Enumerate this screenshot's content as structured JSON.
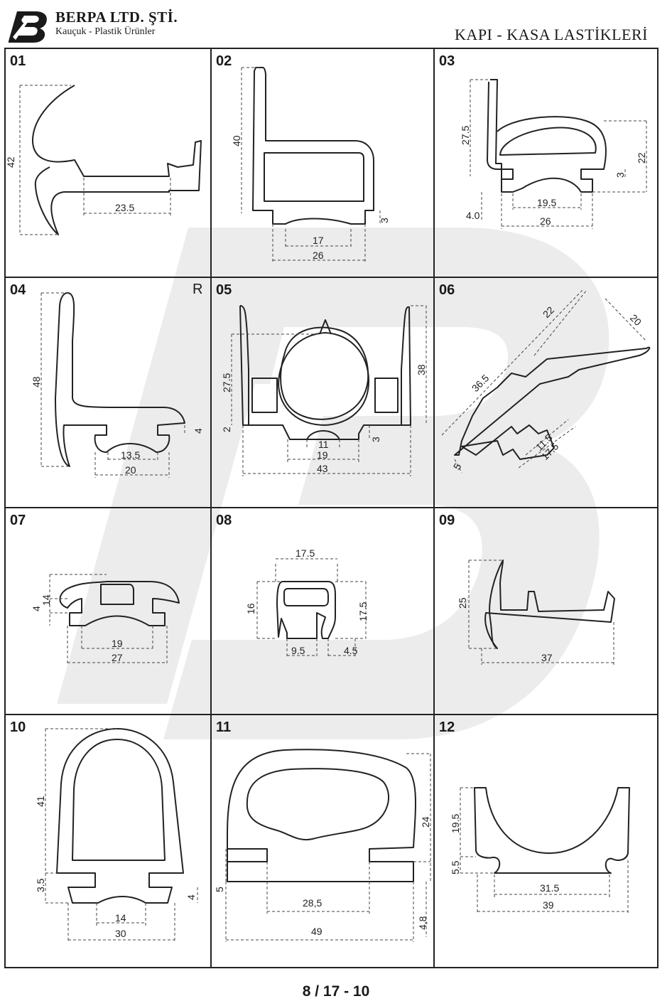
{
  "header": {
    "company": "BERPA LTD. ŞTİ.",
    "tagline": "Kauçuk - Plastik Ürünler",
    "catalog_title": "KAPI - KASA LASTİKLERİ"
  },
  "cells": [
    {
      "number": "01",
      "dims": [
        "42",
        "23.5"
      ]
    },
    {
      "number": "02",
      "dims": [
        "40",
        "3",
        "17",
        "26"
      ]
    },
    {
      "number": "03",
      "dims": [
        "27.5",
        "22",
        "3",
        "4.0",
        "19.5",
        "26"
      ]
    },
    {
      "number": "04",
      "suffix": "R",
      "dims": [
        "48",
        "4",
        "13.5",
        "20"
      ]
    },
    {
      "number": "05",
      "dims": [
        "27.5",
        "2",
        "38",
        "3",
        "11",
        "19",
        "43"
      ]
    },
    {
      "number": "06",
      "dims": [
        "22",
        "20",
        "36.5",
        "11.5",
        "17.5",
        "5"
      ]
    },
    {
      "number": "07",
      "dims": [
        "4",
        "14",
        "19",
        "27"
      ]
    },
    {
      "number": "08",
      "dims": [
        "17.5",
        "16",
        "17.5",
        "9.5",
        "4.5"
      ]
    },
    {
      "number": "09",
      "dims": [
        "25",
        "37"
      ]
    },
    {
      "number": "10",
      "dims": [
        "41",
        "3.5",
        "4",
        "14",
        "30"
      ]
    },
    {
      "number": "11",
      "dims": [
        "24",
        "5",
        "28,5",
        "4,8",
        "49"
      ]
    },
    {
      "number": "12",
      "dims": [
        "19.5",
        "5.5",
        "31.5",
        "39"
      ]
    }
  ],
  "footer": {
    "page": "8 / 17 - 10"
  },
  "colors": {
    "line": "#222222",
    "watermark": "#ececec"
  }
}
